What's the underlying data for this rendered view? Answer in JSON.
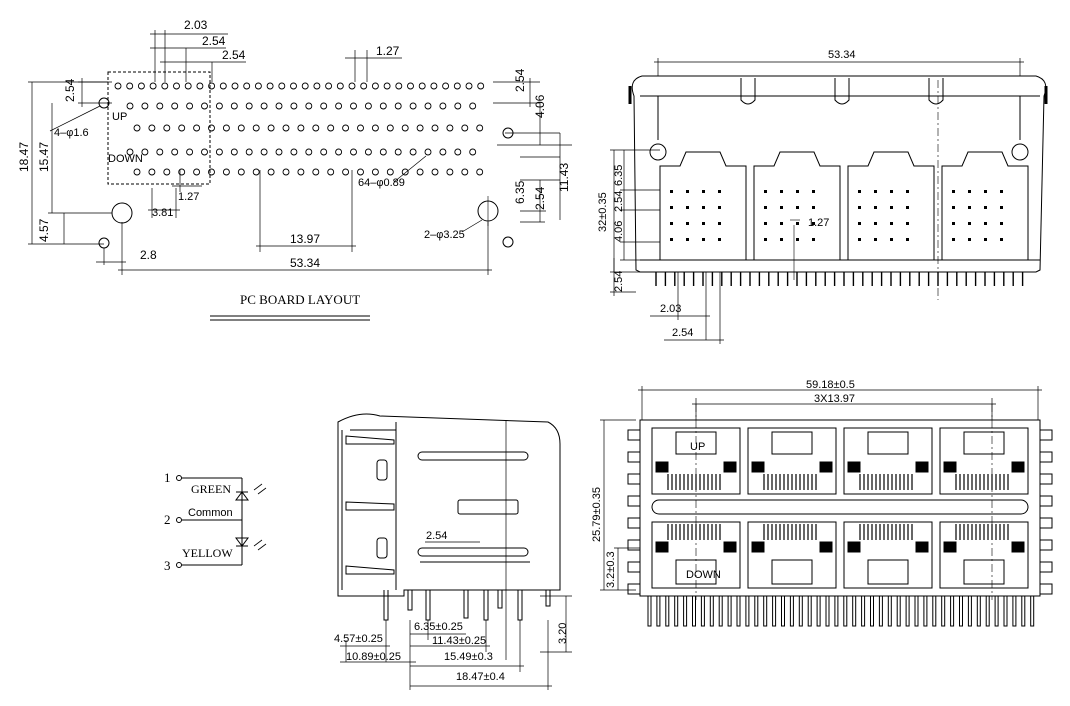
{
  "pcb": {
    "title": "PC BOARD LAYOUT",
    "dims": {
      "d203": "2.03",
      "d254a": "2.54",
      "d254b": "2.54",
      "d127top": "1.27",
      "d254left": "2.54",
      "d254right": "2.54",
      "d1847": "18.47",
      "d1547": "15.47",
      "d457": "4.57",
      "d406": "4.06",
      "d1143": "11.43",
      "d635": "6.35",
      "d254r2": "2.54",
      "d127mid": "1.27",
      "d381": "3.81",
      "d28": "2.8",
      "d1397": "13.97",
      "d5334": "53.34",
      "hole16": "4–φ1.6",
      "pins089": "64–φ0.89",
      "holes325": "2–φ3.25",
      "up": "UP",
      "down": "DOWN"
    }
  },
  "front": {
    "dims": {
      "width": "53.34",
      "height": "32±0.35",
      "d635": "6.35",
      "d254": "2.54",
      "d406": "4.06",
      "d127": "1.27",
      "d254b": "2.54",
      "d203": "2.03",
      "d254c": "2.54"
    }
  },
  "led": {
    "pin1": "1",
    "pin2": "2",
    "pin3": "3",
    "green": "GREEN",
    "common": "Common",
    "yellow": "YELLOW"
  },
  "side": {
    "dims": {
      "d254": "2.54",
      "d457": "4.57±0.25",
      "d635": "6.35±0.25",
      "d1089": "10.89±0.25",
      "d1143": "11.43±0.25",
      "d1549": "15.49±0.3",
      "d1847": "18.47±0.4",
      "d320": "3.20"
    }
  },
  "bottom": {
    "dims": {
      "total": "59.18±0.5",
      "pitch": "3X13.97",
      "height": "25.79±0.35",
      "d32": "3.2±0.3",
      "up": "UP",
      "down": "DOWN"
    }
  }
}
